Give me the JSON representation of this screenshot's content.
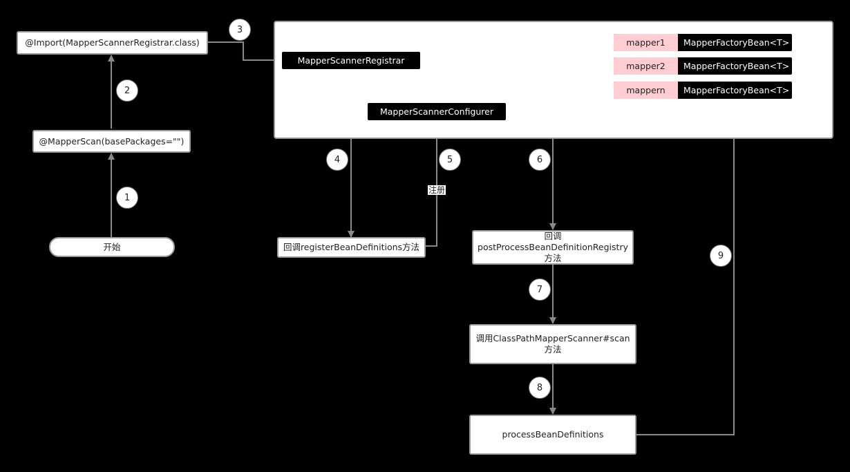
{
  "nodes": {
    "start": "开始",
    "mapper_scan": "@MapperScan(basePackages=\"\")",
    "import": "@Import(MapperScannerRegistrar.class)",
    "registrar": "MapperScannerRegistrar",
    "configurer": "MapperScannerConfigurer",
    "register_callback": "回调registerBeanDefinitions方法",
    "post_process_callback": "回调\npostProcessBeanDefinitionRegistry\n方法",
    "scan_call": "调用ClassPathMapperScanner#scan\n方法",
    "process_defs": "processBeanDefinitions"
  },
  "mappers": [
    {
      "name": "mapper1",
      "type": "MapperFactoryBean<T>"
    },
    {
      "name": "mapper2",
      "type": "MapperFactoryBean<T>"
    },
    {
      "name": "mappern",
      "type": "MapperFactoryBean<T>"
    }
  ],
  "steps": [
    "1",
    "2",
    "3",
    "4",
    "5",
    "6",
    "7",
    "8",
    "9"
  ],
  "edge_labels": {
    "register": "注册"
  },
  "colors": {
    "background": "#000000",
    "node": "#ffffff",
    "border": "#9a9a9a",
    "mapper_highlight": "#ffcdd2",
    "line": "#777777"
  }
}
